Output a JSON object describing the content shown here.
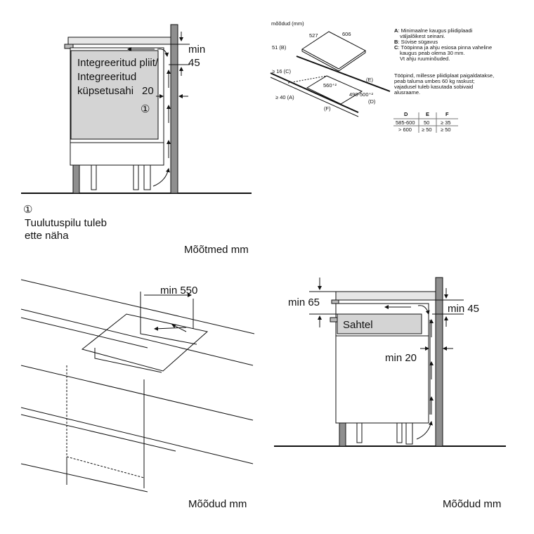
{
  "diagram_top_left": {
    "dim_min": "min",
    "dim_45": "45",
    "appliance_line1": "Integreeritud pliit/",
    "appliance_line2": "Integreeritud",
    "appliance_line3": "küpsetusahi",
    "dim_20": "20",
    "marker": "①",
    "note_marker": "①",
    "note_line1": "Tuulutuspilu tuleb",
    "note_line2": "ette näha",
    "units": "Mõõtmed mm"
  },
  "diagram_top_right": {
    "units": "mõõdud (mm)",
    "dim_527": "527",
    "dim_606": "606",
    "dim_b": "51 (B)",
    "dim_c": "≥ 16 (C)",
    "dim_a": "≥ 40 (A)",
    "dim_560": "560⁺²",
    "dim_490": "490-500⁺²",
    "label_e": "(E)",
    "label_d": "(D)",
    "label_f": "(F)",
    "legend": [
      {
        "key": "A",
        "text": ": Minimaalne kaugus pliidiplaadi",
        "cont": [
          "väljalõikest seinani."
        ]
      },
      {
        "key": "B",
        "text": ": Süvise sügavus",
        "cont": []
      },
      {
        "key": "C",
        "text": ": Tööpinna ja ahju esiosa pinna vaheline",
        "cont": [
          "kaugus peab olema 30 mm.",
          "Vt ahju ruuminõuded."
        ]
      }
    ],
    "note": [
      "Tööpind, millesse pliidiplaat paigaldatakse,",
      "peab taluma umbes 60 kg raskust;",
      "vajadusel tuleb kasutada sobivaid",
      "alusraame."
    ],
    "table": {
      "headers": [
        "D",
        "E",
        "F"
      ],
      "rows": [
        [
          "585-600",
          "50",
          "≥ 35"
        ],
        [
          "> 600",
          "≥ 50",
          "≥ 50"
        ]
      ]
    }
  },
  "diagram_bottom_left": {
    "dim_550": "min 550",
    "units": "Mõõdud mm"
  },
  "diagram_bottom_right": {
    "dim_65": "min 65",
    "dim_45": "min 45",
    "drawer_label": "Sahtel",
    "dim_20": "min 20",
    "units": "Mõõdud mm"
  },
  "colors": {
    "panel": "#d4d4d4",
    "wall": "#8f8f8f",
    "countertop": "#e6e6e6"
  }
}
